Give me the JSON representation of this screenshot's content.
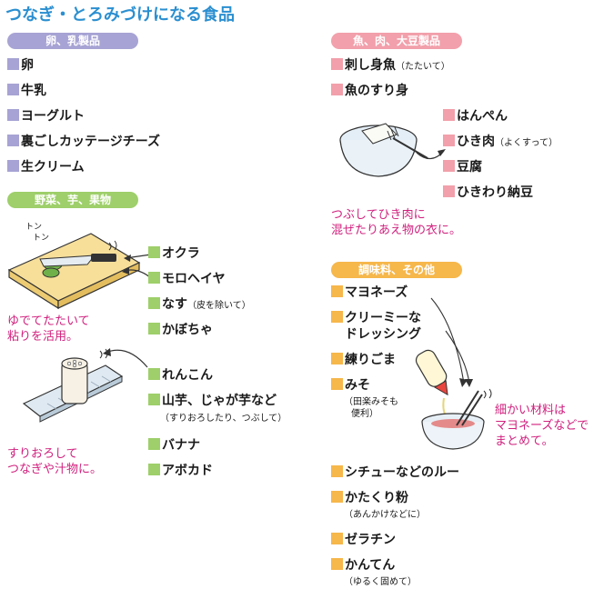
{
  "title": "つなぎ・とろみづけになる食品",
  "colors": {
    "title": "#2b8fd0",
    "egg": "#a7a3d4",
    "veg": "#9ecf6a",
    "fish": "#f2a0ab",
    "seasoning": "#f6b74b",
    "note": "#d0207e"
  },
  "egg": {
    "heading": "卵、乳製品",
    "items": [
      "卵",
      "牛乳",
      "ヨーグルト",
      "裏ごしカッテージチーズ",
      "生クリーム"
    ]
  },
  "veg": {
    "heading": "野菜、芋、果物",
    "items": [
      "オクラ",
      "モロヘイヤ",
      "なす",
      "かぼちゃ",
      "れんこん",
      "山芋、じゃが芋など",
      "バナナ",
      "アボカド"
    ],
    "eggplant_sub": "（皮を除いて）",
    "yam_sub": "（すりおろしたり、つぶして）",
    "tonton": "トン",
    "note1": [
      "ゆでてたたいて",
      "粘りを活用。"
    ],
    "note2": [
      "すりおろして",
      "つなぎや汁物に。"
    ]
  },
  "fish": {
    "heading": "魚、肉、大豆製品",
    "items": [
      "刺し身魚",
      "魚のすり身",
      "はんぺん",
      "ひき肉",
      "豆腐",
      "ひきわり納豆"
    ],
    "sashimi_sub": "（たたいて）",
    "mince_sub": "（よくすって）",
    "note": [
      "つぶしてひき肉に",
      "混ぜたりあえ物の衣に。"
    ]
  },
  "seasoning": {
    "heading": "調味料、その他",
    "items": [
      "マヨネーズ",
      "クリーミーな",
      "ドレッシング",
      "練りごま",
      "みそ",
      "シチューなどのルー",
      "かたくり粉",
      "ゼラチン",
      "かんてん"
    ],
    "miso_sub": [
      "（田楽みそも",
      "便利）"
    ],
    "katakuri_sub": "（あんかけなどに）",
    "kanten_sub": "（ゆるく固めて）",
    "note": [
      "細かい材料は",
      "マヨネーズなどで",
      "まとめて。"
    ]
  }
}
